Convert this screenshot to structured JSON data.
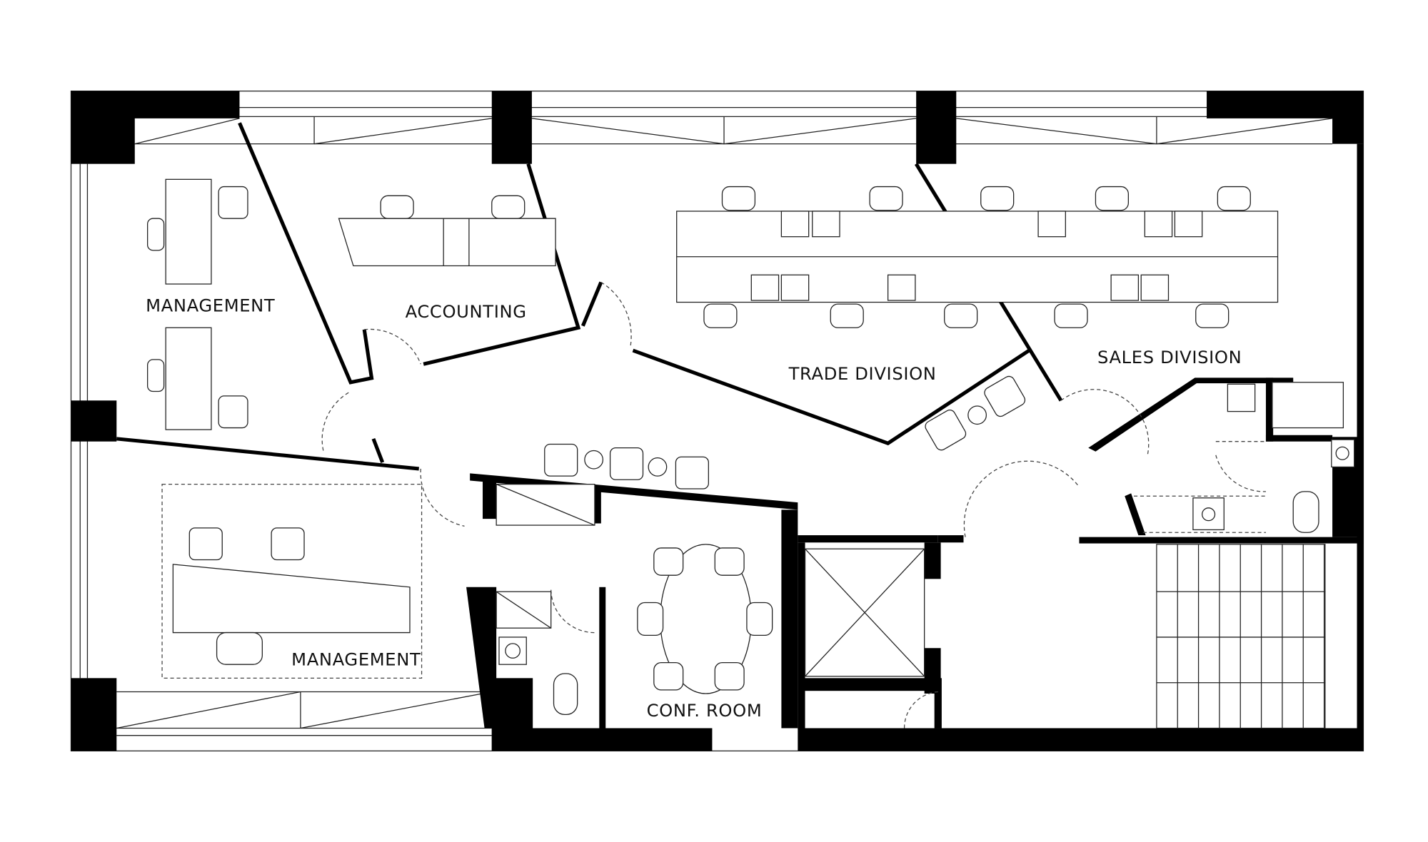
{
  "plan": {
    "rooms": [
      {
        "id": "management-top",
        "label": "MANAGEMENT"
      },
      {
        "id": "accounting",
        "label": "ACCOUNTING"
      },
      {
        "id": "trade-division",
        "label": "TRADE DIVISION"
      },
      {
        "id": "sales-division",
        "label": "SALES DIVISION"
      },
      {
        "id": "management-bottom",
        "label": "MANAGEMENT"
      },
      {
        "id": "conf-room",
        "label": "CONF. ROOM"
      }
    ],
    "colors": {
      "walls": "#000000",
      "background": "#ffffff",
      "lines": "#222222"
    }
  }
}
